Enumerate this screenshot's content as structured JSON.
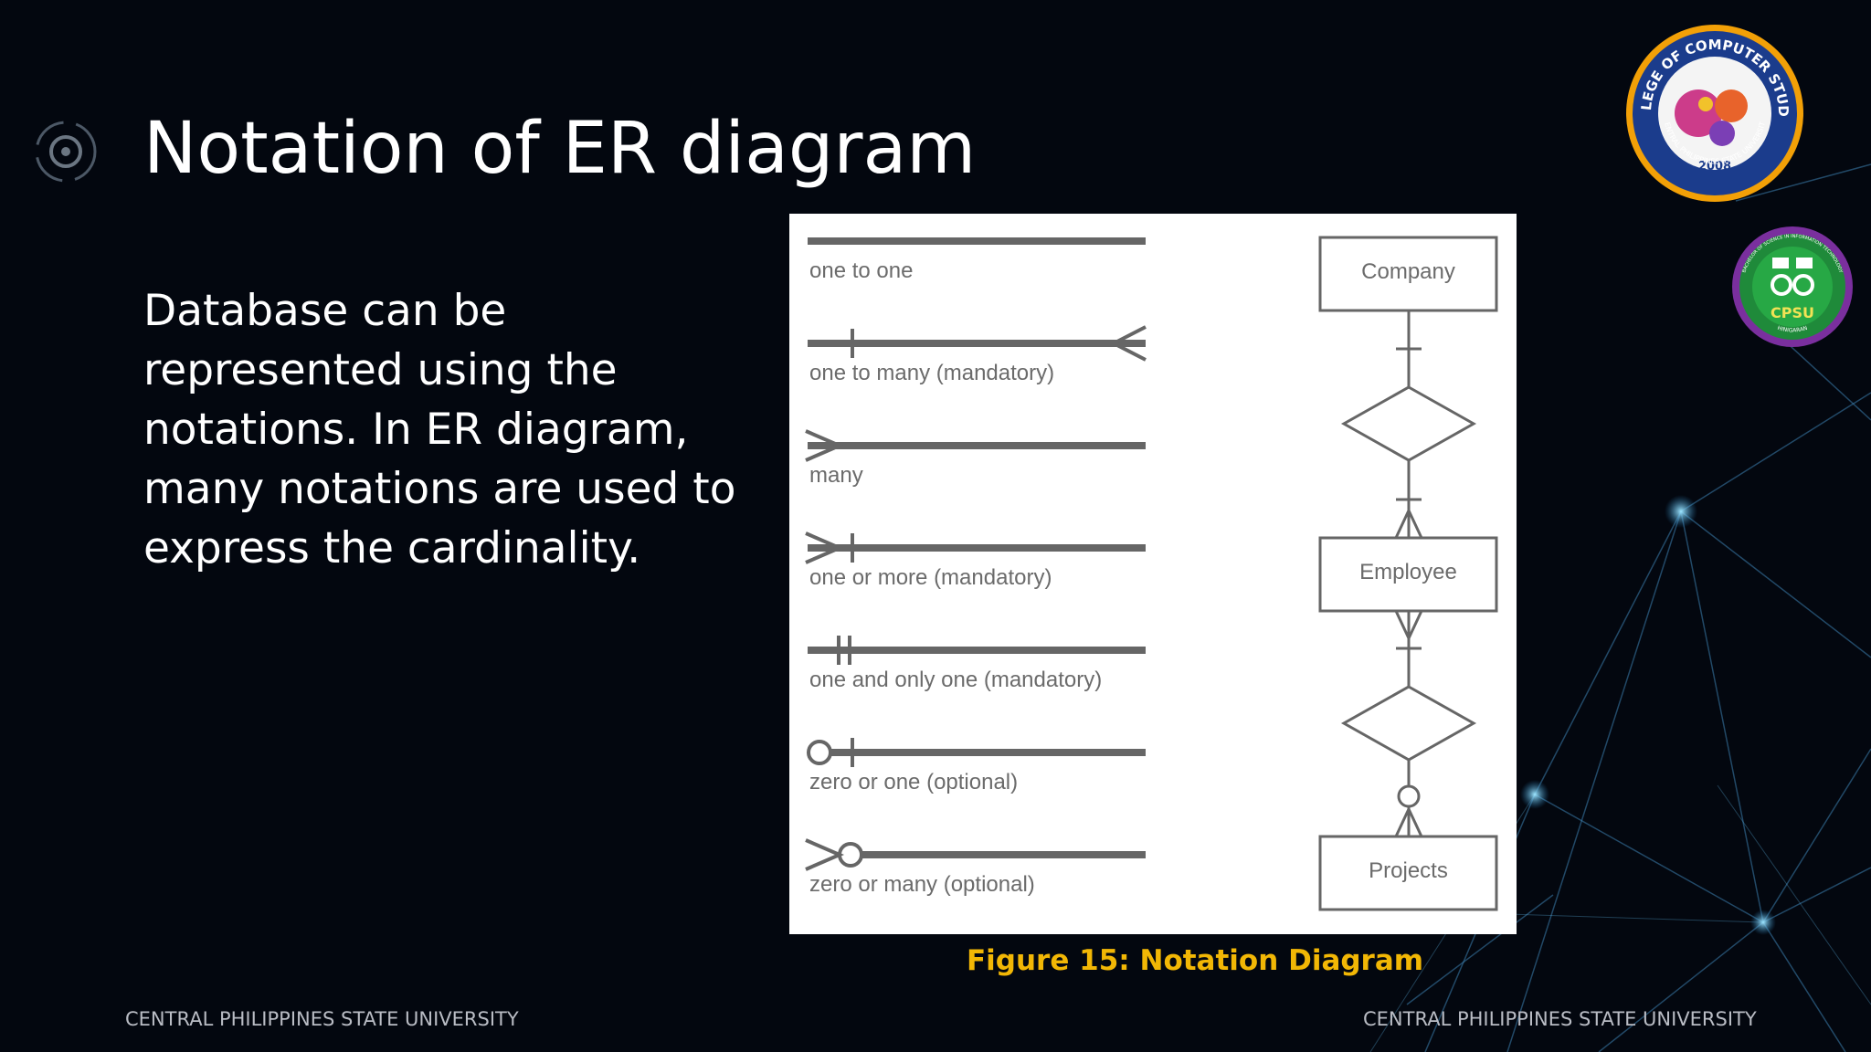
{
  "slide": {
    "title": "Notation of ER diagram",
    "body": "Database can be represented using the notations. In ER diagram, many notations are used to express the cardinality.",
    "caption": "Figure 15:  Notation Diagram",
    "footer_left": "CENTRAL PHILIPPINES STATE UNIVERSITY",
    "footer_right": "CENTRAL PHILIPPINES STATE UNIVERSITY"
  },
  "figure": {
    "notations": [
      {
        "label": "one to one"
      },
      {
        "label": "one to many (mandatory)"
      },
      {
        "label": "many"
      },
      {
        "label": "one or more (mandatory)"
      },
      {
        "label": "one and only one (mandatory)"
      },
      {
        "label": "zero or one (optional)"
      },
      {
        "label": "zero or many (optional)"
      }
    ],
    "entities": {
      "company": "Company",
      "employee": "Employee",
      "projects": "Projects"
    }
  },
  "logos": {
    "ccs": {
      "top": "COLLEGE OF COMPUTER STUDIES",
      "bottom": "CENTRAL PHILIPPINES STATE UNIVERSITY",
      "year": "2008"
    },
    "cpsu": {
      "top": "BACHELOR OF SCIENCE IN INFORMATION TECHNOLOGY",
      "bottom": "HINIGARAN",
      "name": "CPSU"
    }
  },
  "colors": {
    "background": "#03070f",
    "title": "#ffffff",
    "caption": "#f2b705",
    "footer": "#b9bcc4",
    "notation_line": "#666666"
  },
  "icons": [
    "decorative-circle-icon",
    "ccs-logo",
    "cpsu-logo"
  ]
}
